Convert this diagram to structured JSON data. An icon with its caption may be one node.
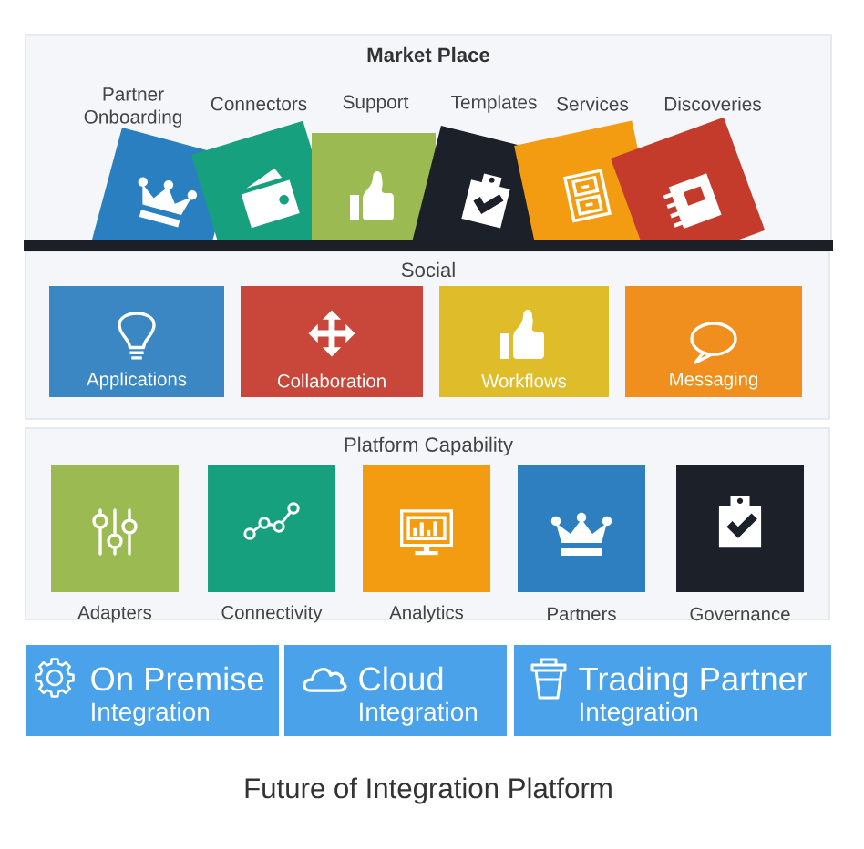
{
  "diagram": {
    "caption": "Future of Integration Platform",
    "nodes": [
      {
        "text": [
          "Market Place"
        ]
      },
      {
        "text": [
          "Partner Onboarding"
        ],
        "in": 0
      },
      {
        "text": [
          "Connectors"
        ],
        "in": 0
      },
      {
        "text": [
          "Support"
        ],
        "in": 0
      },
      {
        "text": [
          "Templates"
        ],
        "in": 0
      },
      {
        "text": [
          "Services"
        ],
        "in": 0
      },
      {
        "text": [
          "Discoveries"
        ],
        "in": 0
      },
      {
        "text": [
          "Social"
        ]
      },
      {
        "text": [
          "Applications"
        ],
        "in": 7
      },
      {
        "text": [
          "Collaboration"
        ],
        "in": 7
      },
      {
        "text": [
          "Workflows"
        ],
        "in": 7
      },
      {
        "text": [
          "Messaging"
        ],
        "in": 7
      },
      {
        "text": [
          "Platform Capability"
        ]
      },
      {
        "text": [
          "Adapters"
        ],
        "in": 12
      },
      {
        "text": [
          "Connectivity"
        ],
        "in": 12
      },
      {
        "text": [
          "Analytics"
        ],
        "in": 12
      },
      {
        "text": [
          "Partners"
        ],
        "in": 12
      },
      {
        "text": [
          "Governance"
        ],
        "in": 12
      },
      {
        "text": [
          "On Premise",
          "Integration"
        ]
      },
      {
        "text": [
          "Cloud",
          "Integration"
        ]
      },
      {
        "text": [
          "Trading Partner",
          "Integration"
        ]
      }
    ]
  }
}
